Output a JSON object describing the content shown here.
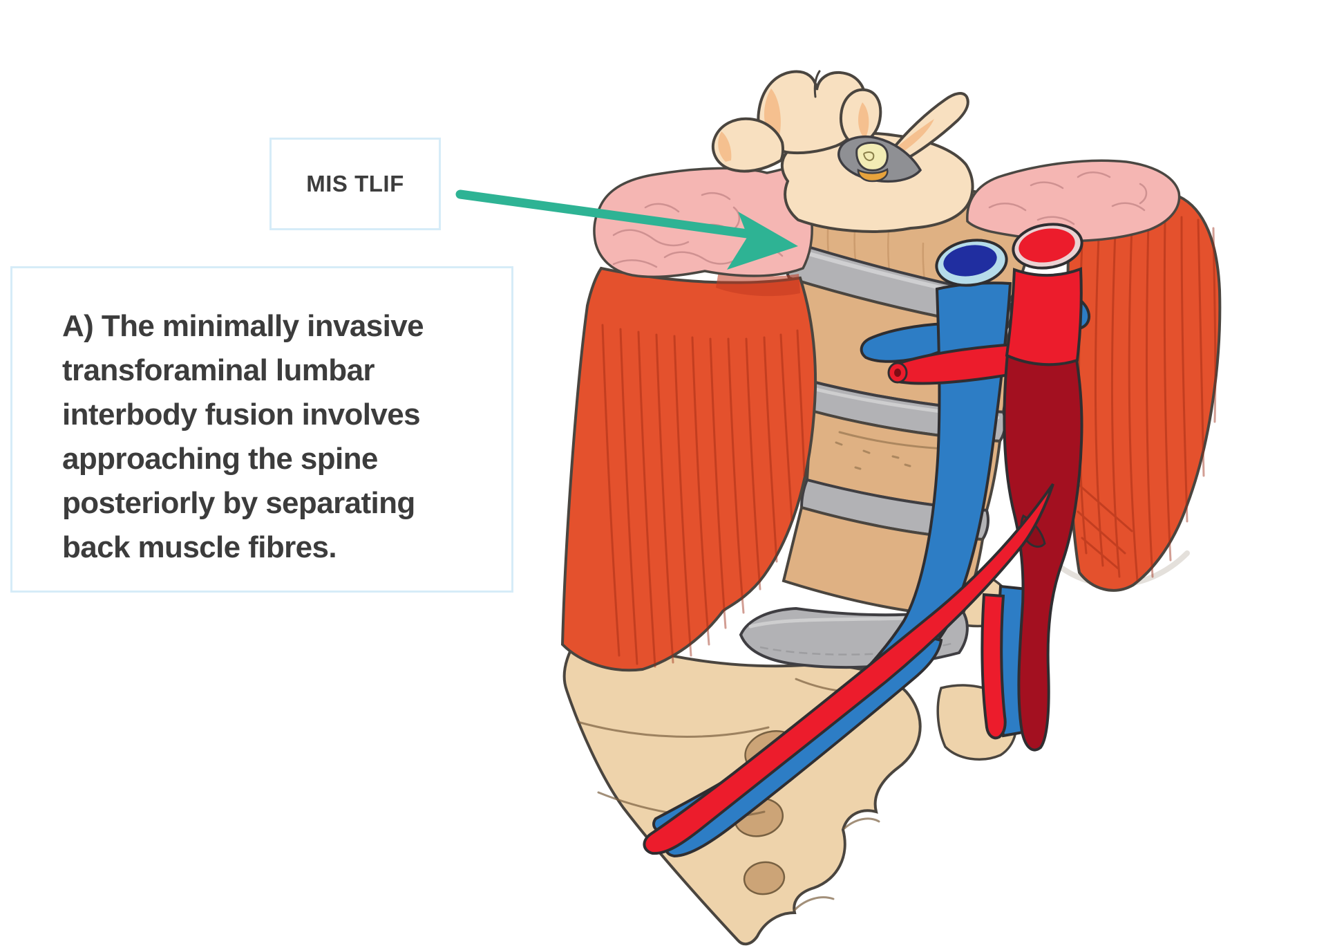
{
  "label_box": {
    "text": "MIS TLIF"
  },
  "caption_box": {
    "lines": [
      "A) The minimally invasive",
      "transforaminal lumbar",
      "interbody fusion involves",
      "approaching the spine",
      "posteriorly by separating",
      "back muscle fibres."
    ]
  },
  "illustration": {
    "name": "lumbar-spine-posterior-approach",
    "parts": [
      "top-vertebra-axial-view",
      "spinous-process",
      "transverse-process",
      "vertebral-canal",
      "spinal-cord",
      "vertebral-bodies",
      "intervertebral-discs",
      "left-back-muscle",
      "right-back-muscle",
      "cut-muscle-surface-left",
      "cut-muscle-surface-right",
      "inferior-vena-cava",
      "aorta",
      "iliac-vessels",
      "sacrum",
      "sacral-foramina",
      "pointer-arrow"
    ]
  },
  "colors": {
    "background": "#ffffff",
    "box_border": "#d6ecf8",
    "text": "#3c3c3c",
    "arrow_teal": "#2eb394",
    "bone_cream": "#f8e0c0",
    "bone_peach": "#f5c08f",
    "bone_tan": "#dfb183",
    "sacrum_tan": "#eed3ab",
    "foramen_tan": "#c9a072",
    "disc_gray": "#b2b2b5",
    "disc_gray_light": "#d2d2d4",
    "canal_gray": "#8f9094",
    "cord_yellow": "#f2ecb5",
    "cord_gold": "#e8a33c",
    "muscle_red": "#e4512d",
    "muscle_pink": "#f5b6b3",
    "vein_blue": "#2d7dc5",
    "vein_rim": "#b6dcea",
    "vein_lumen": "#202ea0",
    "artery_red": "#ec1c2c",
    "artery_dark": "#a31020",
    "outline": "#4a453f"
  }
}
